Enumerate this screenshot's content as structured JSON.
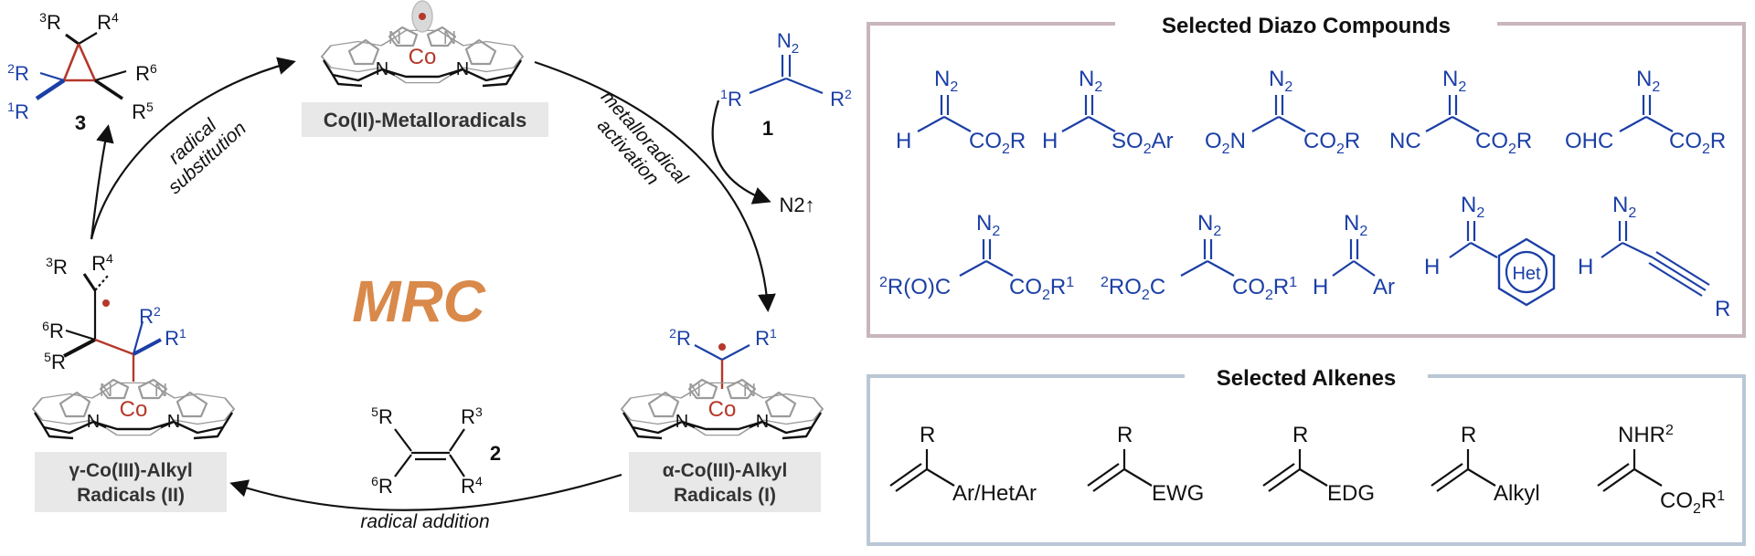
{
  "colors": {
    "blue": "#1b3fa6",
    "red": "#b5382b",
    "orange": "#d9894a",
    "porphyrin": "#9a9a9a",
    "black": "#111111",
    "label_bg": "#e8e8e8",
    "diazo_frame": "#c9b5bc",
    "alkene_frame": "#b9c7d6"
  },
  "cycle": {
    "title": "MRC",
    "catalyst_label": "Co(II)-Metalloradicals",
    "alpha_label": [
      "α-Co(III)-Alkyl",
      "Radicals (I)"
    ],
    "gamma_label": [
      "γ-Co(III)-Alkyl",
      "Radicals (II)"
    ],
    "step_activation": [
      "metalloradical",
      "activation"
    ],
    "step_addition": "radical addition",
    "step_substitution": [
      "radical",
      "substitution"
    ],
    "byproduct": "N2↑",
    "compound_1": "1",
    "compound_2": "2",
    "compound_3": "3",
    "metal": "Co",
    "n_atom": "N"
  },
  "diazo_box": {
    "title": "Selected Diazo Compounds",
    "compounds": [
      "H–C(=N2)–CO2R",
      "H–C(=N2)–SO2Ar",
      "O2N–C(=N2)–CO2R",
      "NC–C(=N2)–CO2R",
      "OHC–C(=N2)–CO2R",
      "2R(O)C–C(=N2)–CO2R1",
      "2RO2C–C(=N2)–CO2R1",
      "H–C(=N2)–Ar",
      "H–C(=N2)–Het",
      "H–C(=N2)–C≡C–R"
    ]
  },
  "alkene_box": {
    "title": "Selected Alkenes",
    "compounds": [
      "Ar/HetAr",
      "EWG",
      "EDG",
      "Alkyl",
      "NHR2 / CO2R1"
    ]
  }
}
